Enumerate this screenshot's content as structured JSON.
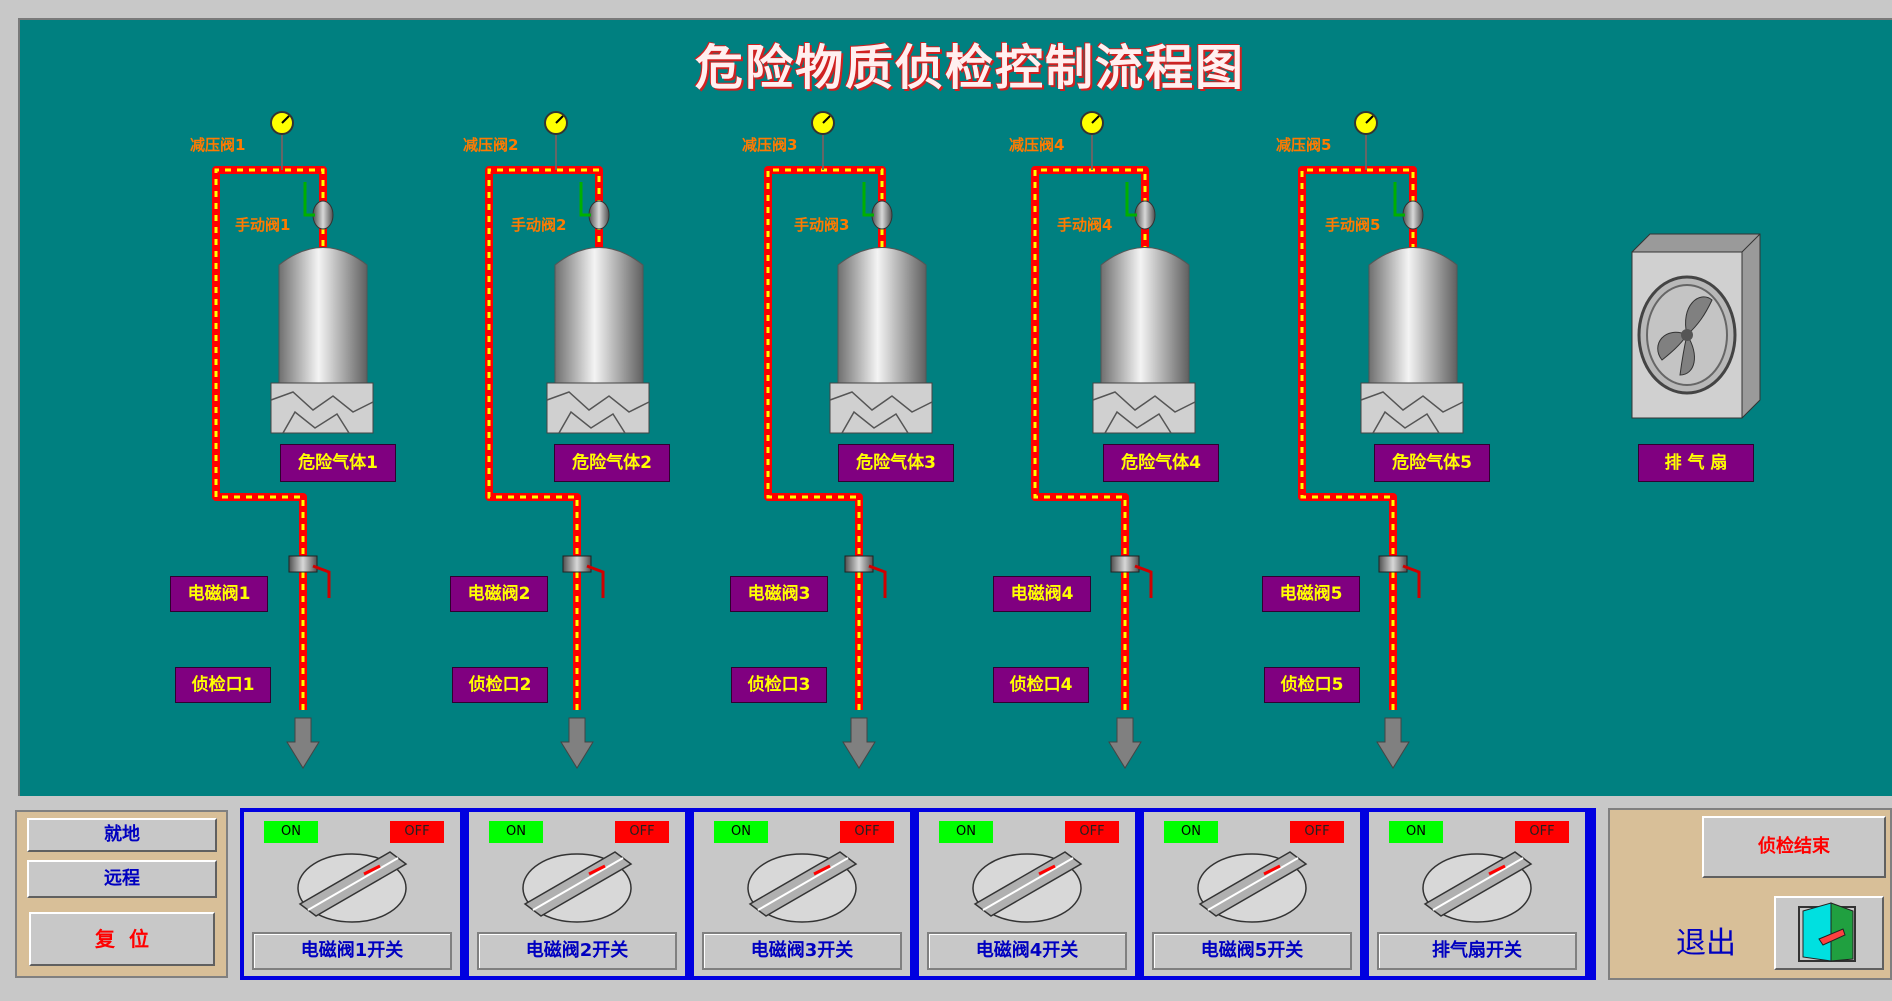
{
  "title": "危险物质侦检控制流程图",
  "units": [
    {
      "reducer": "减压阀1",
      "manual": "手动阀1",
      "gas": "危险气体1",
      "solenoid": "电磁阀1",
      "port": "侦检口1"
    },
    {
      "reducer": "减压阀2",
      "manual": "手动阀2",
      "gas": "危险气体2",
      "solenoid": "电磁阀2",
      "port": "侦检口2"
    },
    {
      "reducer": "减压阀3",
      "manual": "手动阀3",
      "gas": "危险气体3",
      "solenoid": "电磁阀3",
      "port": "侦检口3"
    },
    {
      "reducer": "减压阀4",
      "manual": "手动阀4",
      "gas": "危险气体4",
      "solenoid": "电磁阀4",
      "port": "侦检口4"
    },
    {
      "reducer": "减压阀5",
      "manual": "手动阀5",
      "gas": "危险气体5",
      "solenoid": "电磁阀5",
      "port": "侦检口5"
    }
  ],
  "fan_label": "排 气 扇",
  "mode": {
    "local": "就地",
    "remote": "远程",
    "reset": "复  位"
  },
  "switches": [
    {
      "on": "ON",
      "off": "OFF",
      "label": "电磁阀1开关"
    },
    {
      "on": "ON",
      "off": "OFF",
      "label": "电磁阀2开关"
    },
    {
      "on": "ON",
      "off": "OFF",
      "label": "电磁阀3开关"
    },
    {
      "on": "ON",
      "off": "OFF",
      "label": "电磁阀4开关"
    },
    {
      "on": "ON",
      "off": "OFF",
      "label": "电磁阀5开关"
    },
    {
      "on": "ON",
      "off": "OFF",
      "label": "排气扇开关"
    }
  ],
  "end_button": "侦检结束",
  "exit_label": "退出",
  "colors": {
    "background": "#008080",
    "label_bg": "#800080",
    "label_text": "#ffff00",
    "pipe": "#ff0000",
    "pipe_dash": "#ffff00"
  }
}
